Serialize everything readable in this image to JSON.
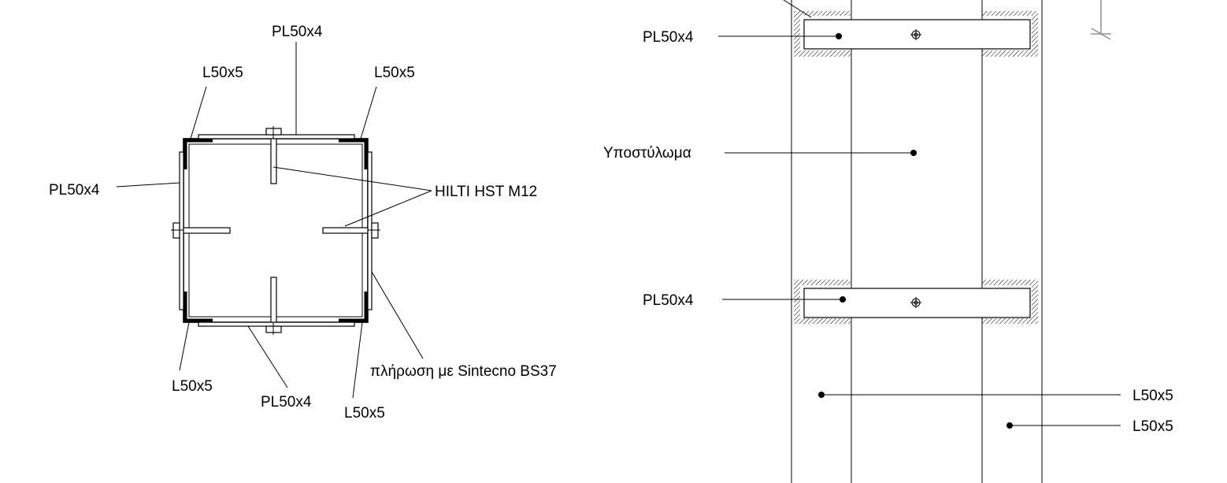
{
  "section": {
    "label_top_plate": "PL50x4",
    "label_top_left_angle": "L50x5",
    "label_top_right_angle": "L50x5",
    "label_left_plate": "PL50x4",
    "label_anchors": "HILTI HST M12",
    "label_bottom_left_angle": "L50x5",
    "label_bottom_plate": "PL50x4",
    "label_bottom_right_angle": "L50x5",
    "label_grout": "πλήρωση με Sintecno BS37"
  },
  "elevation": {
    "label_upper_plate": "PL50x4",
    "label_column": "Υποστύλωμα",
    "label_lower_plate": "PL50x4",
    "label_angle_1": "L50x5",
    "label_angle_2": "L50x5"
  },
  "colors": {
    "line": "#000000",
    "background": "#ffffff",
    "hatch": "#000000",
    "cut_mark": "#808080"
  }
}
